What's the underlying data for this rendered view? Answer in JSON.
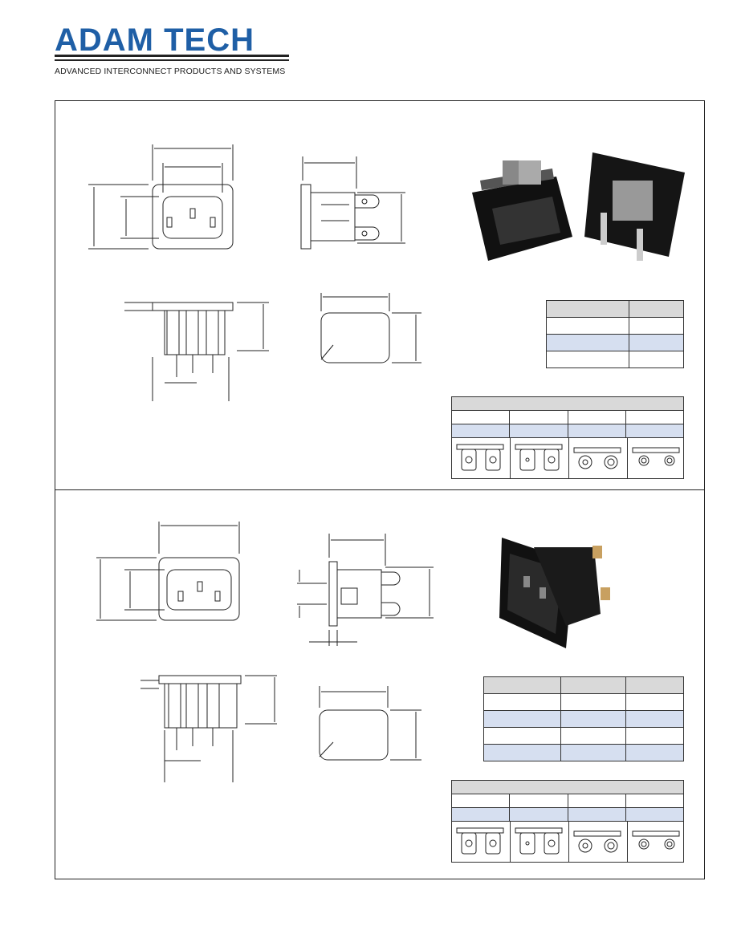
{
  "brand": {
    "name": "ADAM TECH",
    "tagline": "ADVANCED INTERCONNECT PRODUCTS AND SYSTEMS",
    "color": "#1f5fa6"
  },
  "sections": [
    {
      "id": "top",
      "spec_table_rows": 4,
      "terminal_table_columns": 4,
      "terminal_styles": [
        "tab-hole-tab-hole",
        "tab-dot-tab-hole",
        "ring-ring",
        "ring-small-ring"
      ]
    },
    {
      "id": "bottom",
      "spec_table_rows": 5,
      "terminal_table_columns": 4,
      "terminal_styles": [
        "tab-hole-tab-hole",
        "tab-dot-tab-hole",
        "ring-ring",
        "ring-small-ring"
      ]
    }
  ],
  "colors": {
    "table_header": "#d9d9d9",
    "table_alt_row": "#d6dff0",
    "line": "#222222"
  }
}
